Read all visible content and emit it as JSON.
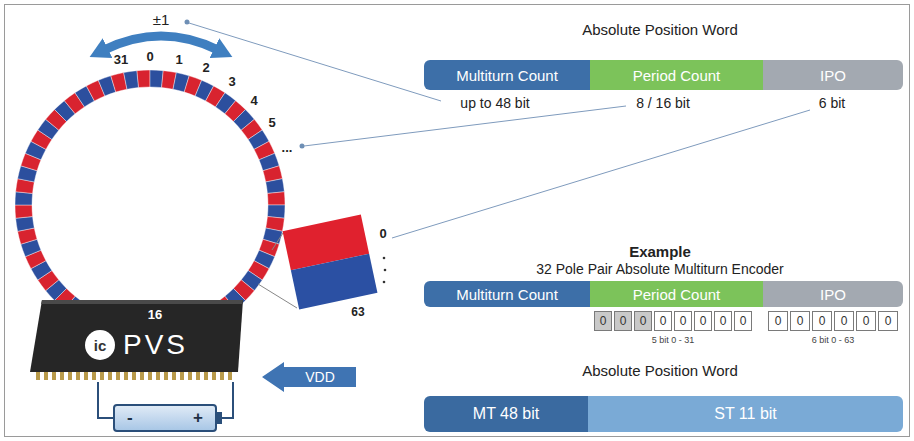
{
  "diagram": {
    "nodes": [
      {
        "text": [
          "Multiturn Count"
        ]
      },
      {
        "text": [
          "Period Count"
        ]
      },
      {
        "text": [
          "IPO"
        ]
      },
      {
        "text": [
          "Multiturn Count"
        ]
      },
      {
        "text": [
          "Period Count"
        ]
      },
      {
        "text": [
          "IPO"
        ]
      },
      {
        "text": [
          "MT 48 bit"
        ]
      },
      {
        "text": [
          "ST 11 bit"
        ]
      },
      {
        "text": [
          "ic",
          "PVS"
        ]
      },
      {
        "text": [
          "VDD"
        ]
      },
      {
        "text": [
          "-",
          "+"
        ]
      }
    ],
    "edges": [
      {
        "from": 10,
        "to": 8,
        "arrow": "none"
      },
      {
        "from": 10,
        "to": 8,
        "arrow": "none"
      }
    ],
    "labels": [
      "±1",
      "31",
      "0",
      "1",
      "2",
      "3",
      "4",
      "5",
      "...",
      "16",
      "0",
      "63",
      "Absolute Position Word",
      "up to 48 bit",
      "8 / 16 bit",
      "6 bit",
      "Example",
      "32 Pole Pair Absolute Multiturn Encoder",
      "0",
      "0",
      "0",
      "0",
      "0",
      "0",
      "0",
      "0",
      "0",
      "0",
      "0",
      "0",
      "0",
      "0",
      "5 bit 0 - 31",
      "6 bit 0 - 63",
      "Absolute Position Word"
    ]
  }
}
